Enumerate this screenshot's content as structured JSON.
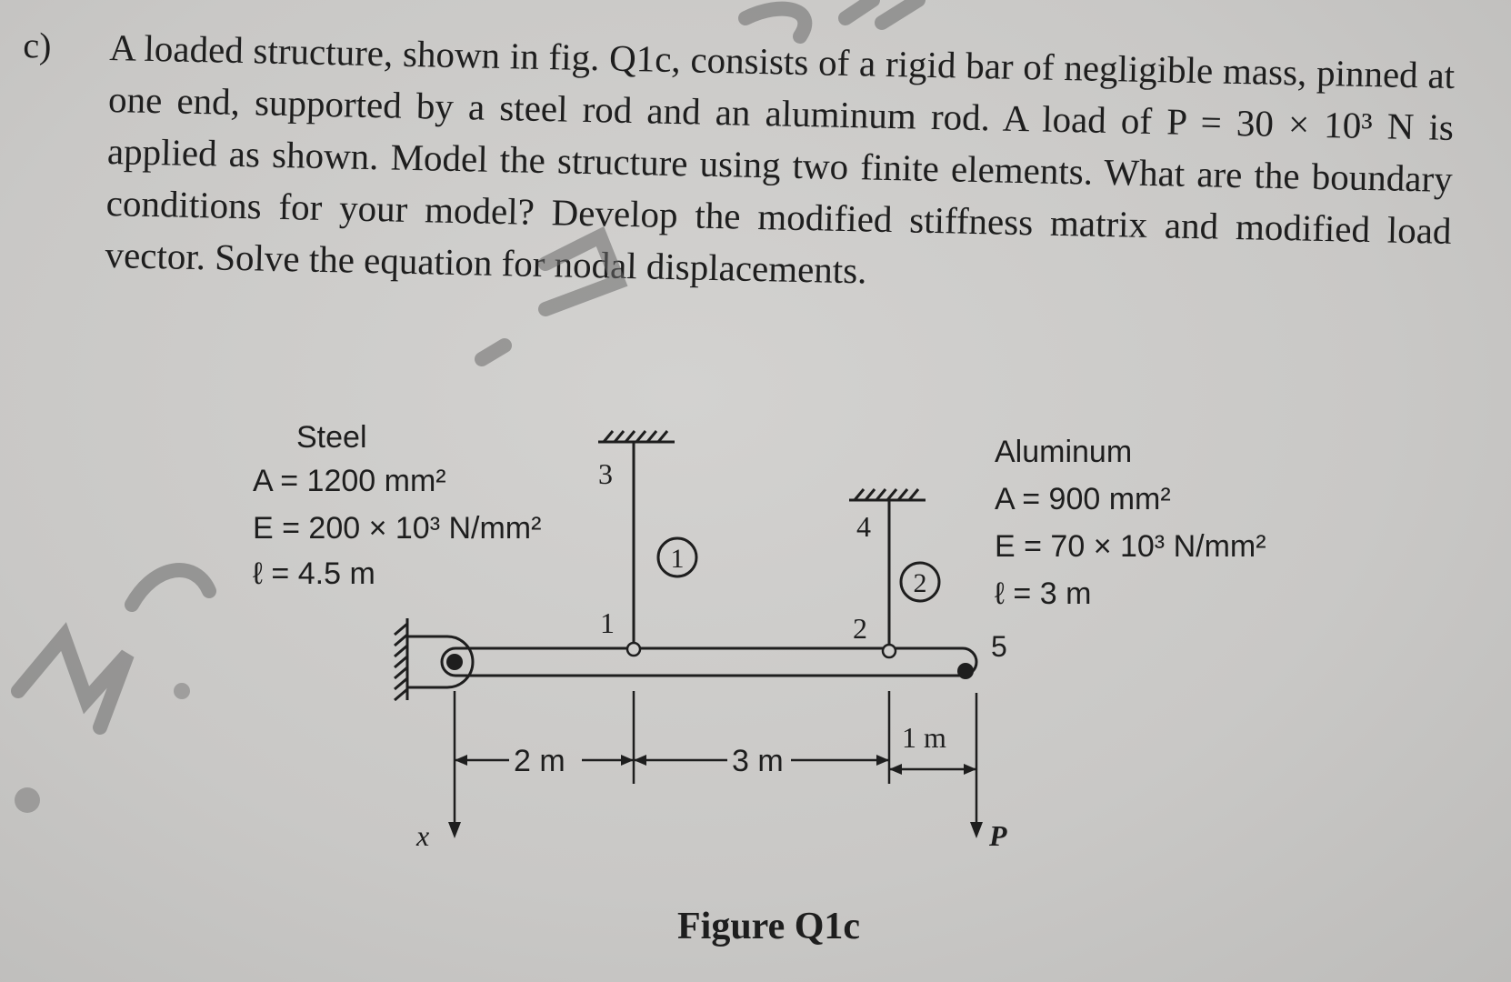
{
  "question": {
    "label": "c)",
    "text": "A loaded structure, shown in fig. Q1c, consists of a rigid bar of negligible mass, pinned at one end, supported by a steel rod and an aluminum rod. A load of P = 30 × 10³ N is applied as shown. Model the structure using two finite elements. What are the boundary conditions for your model? Develop the modified stiffness matrix and modified load vector. Solve the equation for nodal displacements."
  },
  "figure": {
    "caption": "Figure Q1c",
    "steel": {
      "title": "Steel",
      "area": "A = 1200 mm²",
      "modulus": "E = 200 × 10³ N/mm²",
      "length": "ℓ = 4.5 m"
    },
    "aluminum": {
      "title": "Aluminum",
      "area": "A = 900 mm²",
      "modulus": "E = 70 × 10³ N/mm²",
      "length": "ℓ = 3 m"
    },
    "nodes": [
      "1",
      "2",
      "3",
      "4",
      "5"
    ],
    "elements": [
      "1",
      "2"
    ],
    "dimensions": [
      "2 m",
      "3 m",
      "1 m"
    ],
    "axis_label": "x",
    "load_label": "P"
  },
  "colors": {
    "paper": "#c9c8c6",
    "ink": "#1e1e1e",
    "watermark": "#6a6a6a"
  }
}
